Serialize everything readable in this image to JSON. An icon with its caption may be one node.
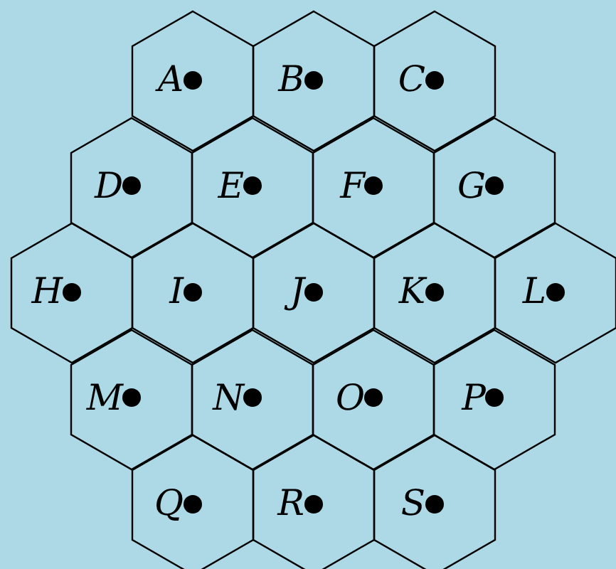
{
  "diagram": {
    "nodes": [
      {
        "text": [
          "A"
        ]
      },
      {
        "text": [
          "B"
        ]
      },
      {
        "text": [
          "C"
        ]
      },
      {
        "text": [
          "D"
        ]
      },
      {
        "text": [
          "E"
        ]
      },
      {
        "text": [
          "F"
        ]
      },
      {
        "text": [
          "G"
        ]
      },
      {
        "text": [
          "H"
        ]
      },
      {
        "text": [
          "I"
        ]
      },
      {
        "text": [
          "J"
        ]
      },
      {
        "text": [
          "K"
        ]
      },
      {
        "text": [
          "L"
        ]
      },
      {
        "text": [
          "M"
        ]
      },
      {
        "text": [
          "N"
        ]
      },
      {
        "text": [
          "O"
        ]
      },
      {
        "text": [
          "P"
        ]
      },
      {
        "text": [
          "Q"
        ]
      },
      {
        "text": [
          "R"
        ]
      },
      {
        "text": [
          "S"
        ]
      }
    ]
  }
}
